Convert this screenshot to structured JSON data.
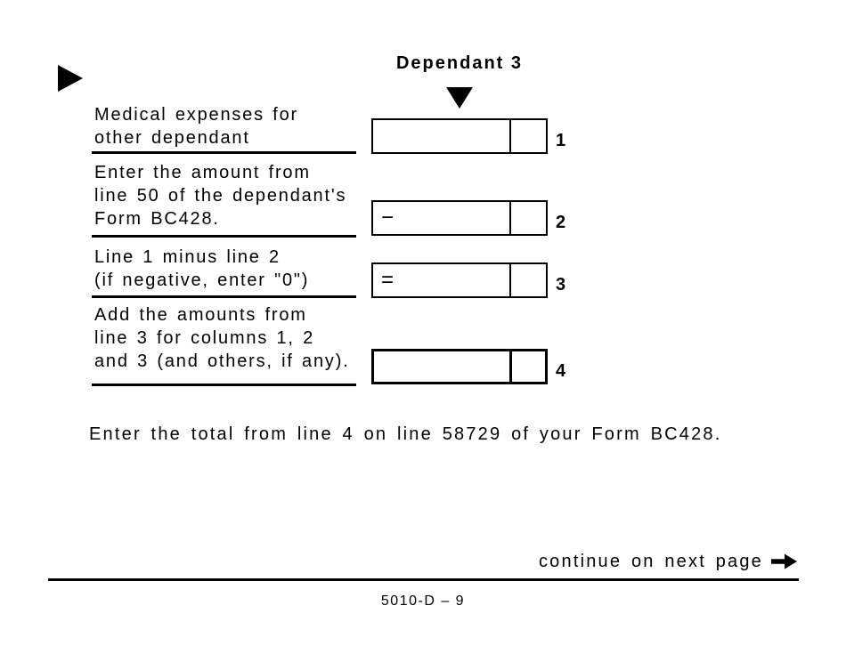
{
  "page": {
    "background_color": "#ffffff",
    "ink_color": "#000000"
  },
  "header": {
    "column_title": "Dependant 3"
  },
  "rows": [
    {
      "label": "Medical expenses for\nother dependant",
      "operator": "",
      "line_no": "1",
      "amount_value": "",
      "cents_value": ""
    },
    {
      "label": "Enter the amount from\nline 50 of the dependant's\nForm BC428.",
      "operator": "−",
      "line_no": "2",
      "amount_value": "",
      "cents_value": ""
    },
    {
      "label": "Line 1 minus line 2\n(if negative, enter \"0\")",
      "operator": "=",
      "line_no": "3",
      "amount_value": "",
      "cents_value": ""
    },
    {
      "label": "Add the amounts from\nline 3 for columns 1, 2\nand 3 (and others, if any).",
      "operator": "",
      "line_no": "4",
      "amount_value": "",
      "cents_value": ""
    }
  ],
  "note": "Enter the total from line 4 on line 58729 of your Form BC428.",
  "footer": {
    "continue_text": "continue on next page",
    "page_number": "5010-D – 9"
  }
}
